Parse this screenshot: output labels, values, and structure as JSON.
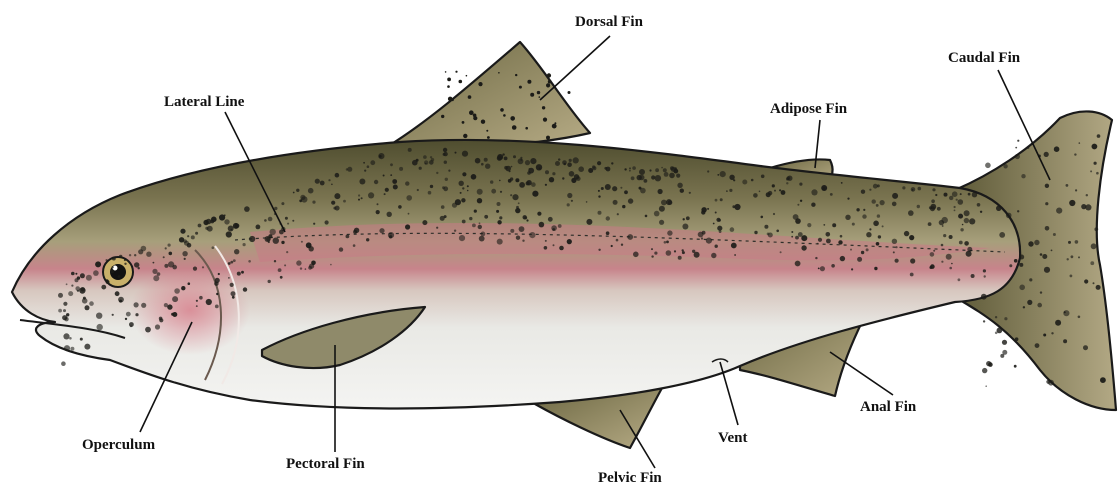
{
  "labels": {
    "dorsal_fin": "Dorsal Fin",
    "caudal_fin": "Caudal Fin",
    "lateral_line": "Lateral Line",
    "adipose_fin": "Adipose Fin",
    "anal_fin": "Anal Fin",
    "vent": "Vent",
    "operculum": "Operculum",
    "pectoral_fin": "Pectoral Fin",
    "pelvic_fin": "Pelvic Fin"
  },
  "colors": {
    "back": "#6e6a45",
    "fin": "#8b8055",
    "lateral_band": "#c97a86",
    "belly": "#ededea",
    "spots": "#1c1c18",
    "ink": "#111111"
  }
}
